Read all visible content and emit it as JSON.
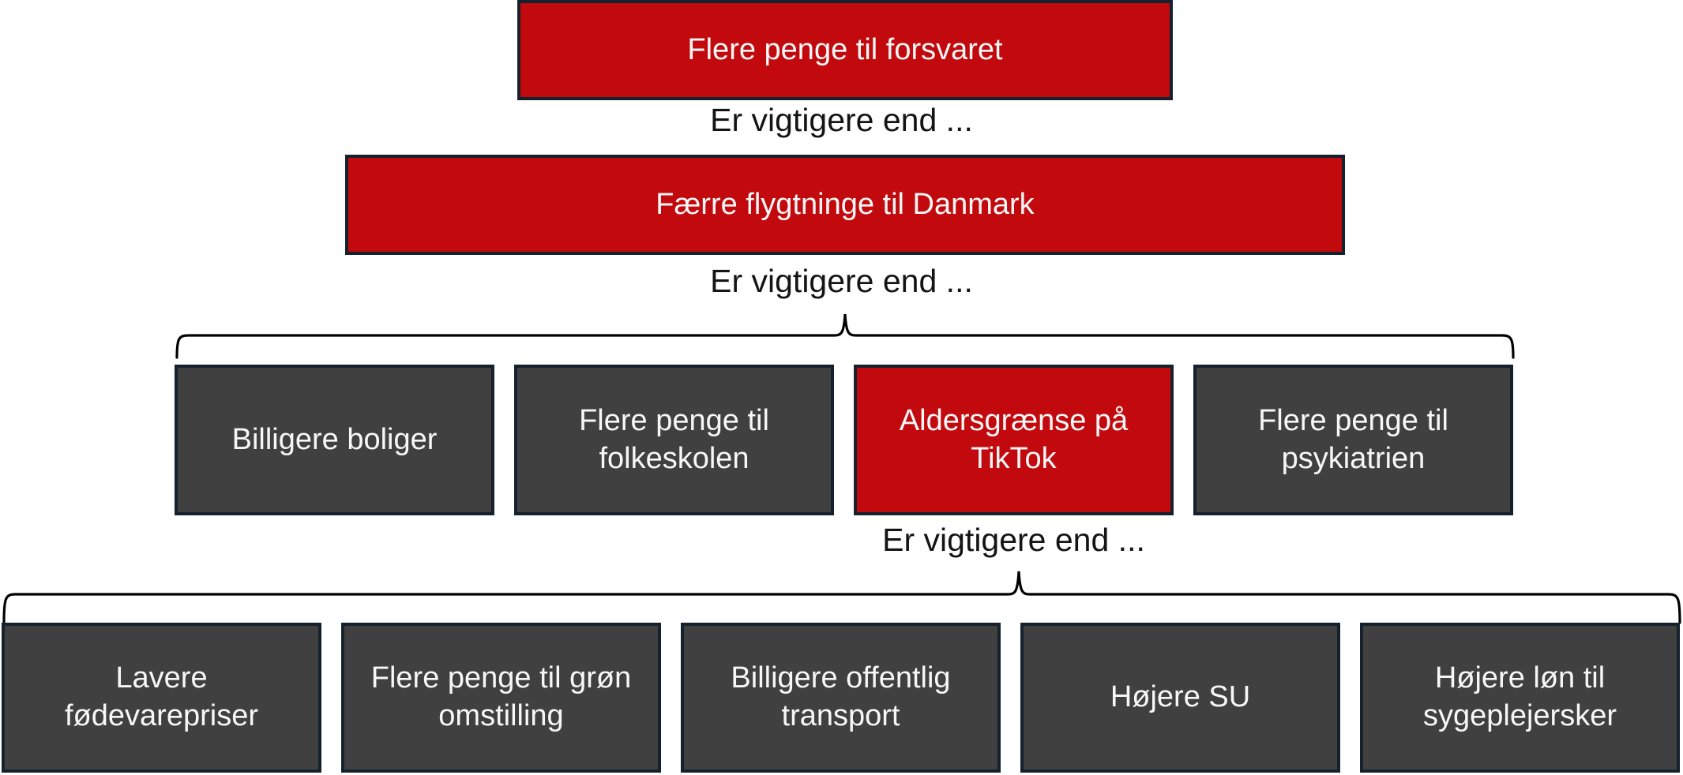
{
  "diagram": {
    "title_semantics": "priority-hierarchy-diagram",
    "connector_label": "Er vigtigere end ...",
    "colors": {
      "highlight_red": "#c20a0e",
      "neutral_dark": "#404040",
      "box_border": "#15222e",
      "box_text": "#f7f7f7",
      "label_text": "#141414",
      "brace_stroke": "#000000",
      "background": "#ffffff"
    },
    "labels": {
      "between_1_2": "Er vigtigere end ...",
      "between_2_3": "Er vigtigere end ...",
      "between_3_4": "Er vigtigere end ..."
    },
    "levels": [
      {
        "boxes": [
          {
            "label": "Flere penge til forsvaret",
            "variant": "red"
          }
        ]
      },
      {
        "boxes": [
          {
            "label": "Færre flygtninge til Danmark",
            "variant": "red"
          }
        ]
      },
      {
        "boxes": [
          {
            "label": "Billigere boliger",
            "variant": "dark"
          },
          {
            "label": "Flere penge til folkeskolen",
            "variant": "dark"
          },
          {
            "label": "Aldersgrænse på TikTok",
            "variant": "red"
          },
          {
            "label": "Flere penge til psykiatrien",
            "variant": "dark"
          }
        ]
      },
      {
        "boxes": [
          {
            "label": "Lavere fødevarepriser",
            "variant": "dark"
          },
          {
            "label": "Flere penge til grøn omstilling",
            "variant": "dark"
          },
          {
            "label": "Billigere offentlig transport",
            "variant": "dark"
          },
          {
            "label": "Højere SU",
            "variant": "dark"
          },
          {
            "label": "Højere løn til sygeplejersker",
            "variant": "dark"
          }
        ]
      }
    ]
  }
}
